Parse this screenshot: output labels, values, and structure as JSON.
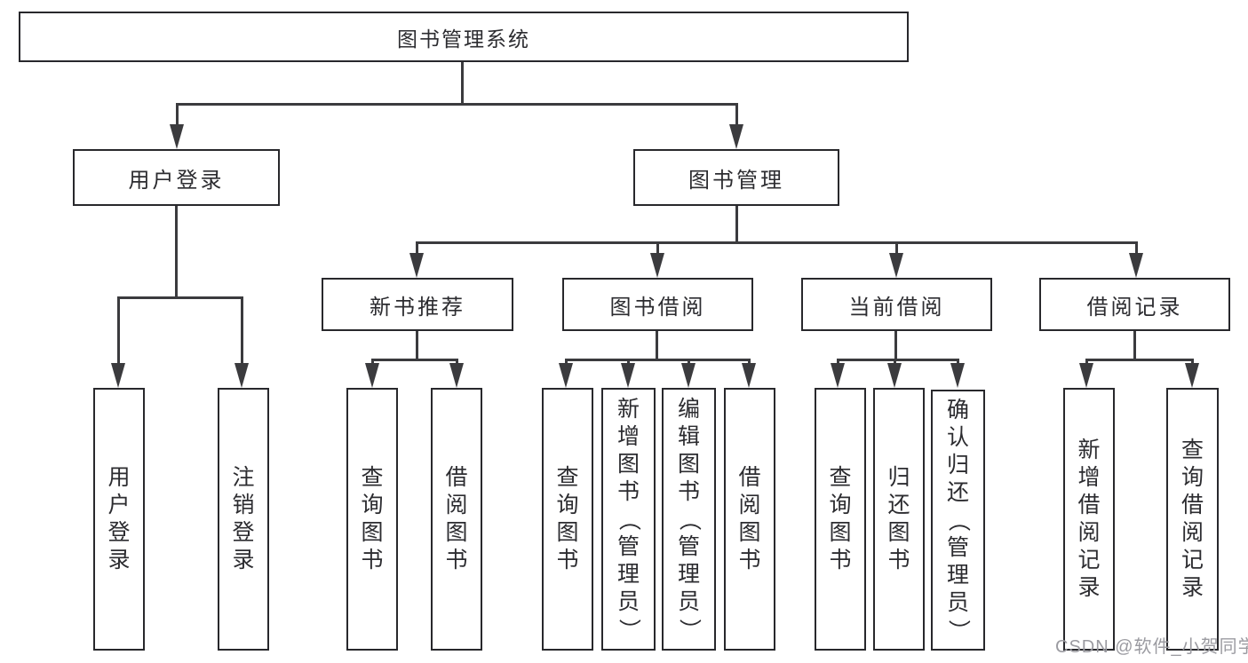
{
  "diagram": {
    "root": {
      "label": "图书管理系统"
    },
    "level2": [
      {
        "label": "用户登录"
      },
      {
        "label": "图书管理"
      }
    ],
    "level3": [
      {
        "label": "新书推荐"
      },
      {
        "label": "图书借阅"
      },
      {
        "label": "当前借阅"
      },
      {
        "label": "借阅记录"
      }
    ],
    "leaves": [
      {
        "label": "用户登录"
      },
      {
        "label": "注销登录"
      },
      {
        "label": "查询图书"
      },
      {
        "label": "借阅图书"
      },
      {
        "label": "查询图书"
      },
      {
        "label": "新增图书（管理员）"
      },
      {
        "label": "编辑图书（管理员）"
      },
      {
        "label": "借阅图书"
      },
      {
        "label": "查询图书"
      },
      {
        "label": "归还图书"
      },
      {
        "label": "确认归还（管理员）"
      },
      {
        "label": "新增借阅记录"
      },
      {
        "label": "查询借阅记录"
      }
    ],
    "colors": {
      "line": "#3b3b3e",
      "box_border": "#28282c",
      "text": "#2c2c30",
      "watermark": "#9b9ba1",
      "background": "#ffffff"
    }
  },
  "watermark": {
    "text": "CSDN @软件_小贺同学"
  }
}
